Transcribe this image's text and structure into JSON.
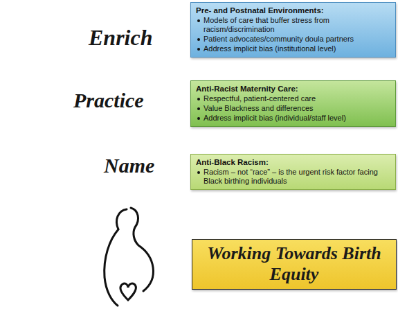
{
  "diagram": {
    "nodes": [
      {
        "text": [
          "Enrich"
        ]
      },
      {
        "text": [
          "Pre- and Postnatal Environments:",
          "Models of care that buffer stress from racism/discrimination",
          "Patient advocates/community doula partners",
          "Address implicit bias (institutional level)"
        ],
        "in": 0
      },
      {
        "text": [
          "Practice"
        ],
        "in": 0
      },
      {
        "text": [
          "Anti-Racist Maternity Care:",
          "Respectful, patient-centered care",
          "Value Blackness and differences",
          "Address implicit bias (individual/staff level)"
        ],
        "in": 2
      },
      {
        "text": [
          "Name"
        ],
        "in": 2
      },
      {
        "text": [
          "Anti-Black Racism:",
          "Racism – not “race” – is the urgent risk factor facing Black birthing individuals"
        ],
        "in": 4
      },
      {
        "text": [],
        "in": 4
      },
      {
        "text": [
          "Working Towards Birth Equity"
        ],
        "in": 6
      }
    ]
  }
}
